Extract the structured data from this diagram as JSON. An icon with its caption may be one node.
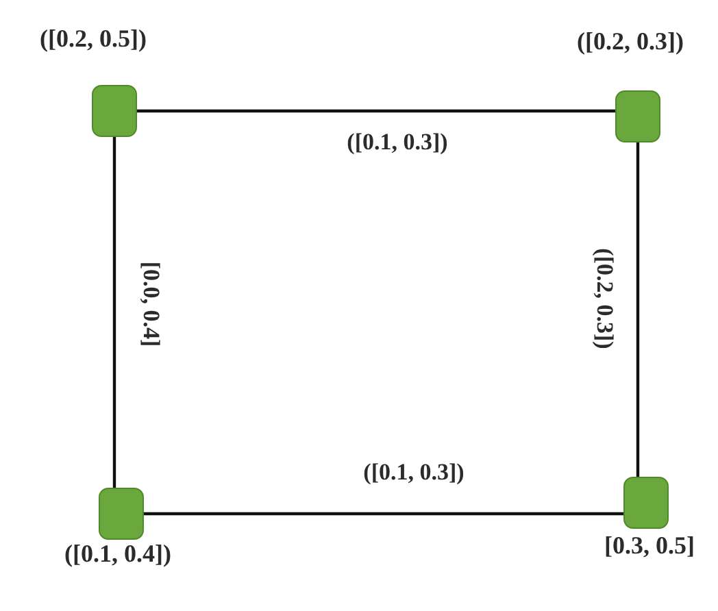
{
  "diagram": {
    "nodes": [
      {
        "text": [],
        "shape": "box",
        "beside": [
          "([0.2, 0.5])"
        ]
      },
      {
        "text": [],
        "shape": "box",
        "beside": [
          "([0.2, 0.3])"
        ]
      },
      {
        "text": [],
        "shape": "box",
        "beside": [
          "([0.1, 0.4])"
        ]
      },
      {
        "text": [],
        "shape": "box",
        "beside": [
          "[0.3, 0.5]"
        ]
      }
    ],
    "edges": [
      {
        "from": 0,
        "to": 1,
        "arrow": "none",
        "label": "([0.1, 0.3])"
      },
      {
        "from": 1,
        "to": 3,
        "arrow": "none",
        "label": "([0.2, 0.3])"
      },
      {
        "from": 0,
        "to": 2,
        "arrow": "none",
        "label": "[0.0, 0.4]"
      },
      {
        "from": 2,
        "to": 3,
        "arrow": "none",
        "label": "([0.1, 0.3])"
      }
    ]
  }
}
